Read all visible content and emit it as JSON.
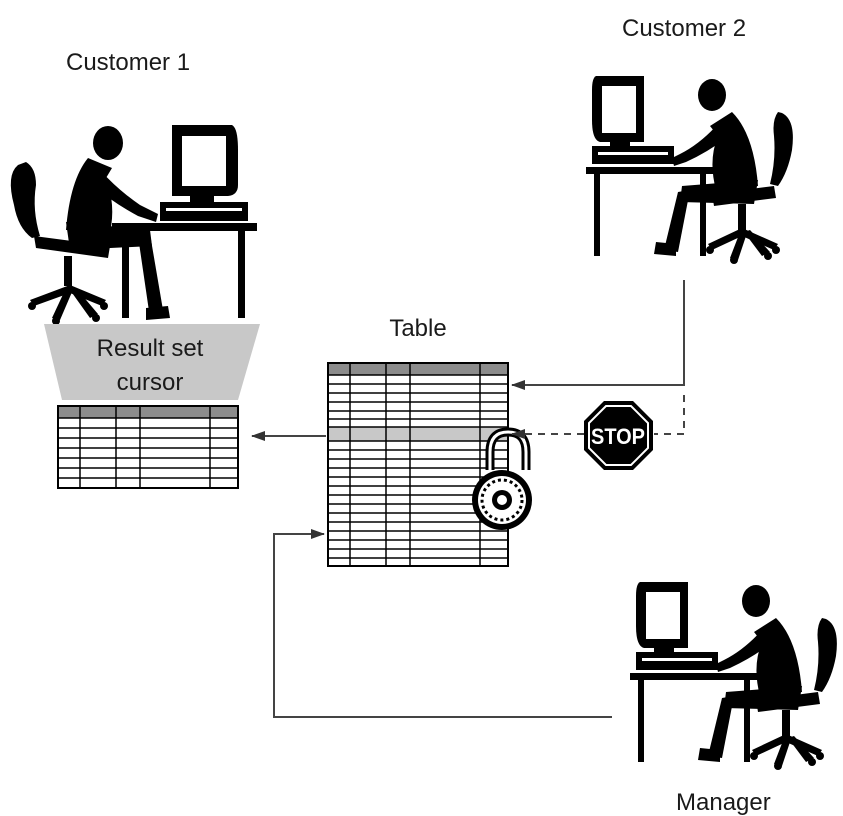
{
  "labels": {
    "customer1": "Customer 1",
    "customer2": "Customer 2",
    "manager": "Manager",
    "table": "Table",
    "result_set_line1": "Result set",
    "result_set_line2": "cursor",
    "stop_sign": "STOP"
  },
  "icons": {
    "workstation": "computer-user-icon",
    "lock": "padlock-icon",
    "stop": "stop-sign-icon"
  },
  "colors": {
    "ink": "#000000",
    "table_header": "#8c8c8c",
    "table_highlight": "#c8c8c8",
    "funnel": "#c8c8c8",
    "arrow": "#4a4a4a"
  }
}
